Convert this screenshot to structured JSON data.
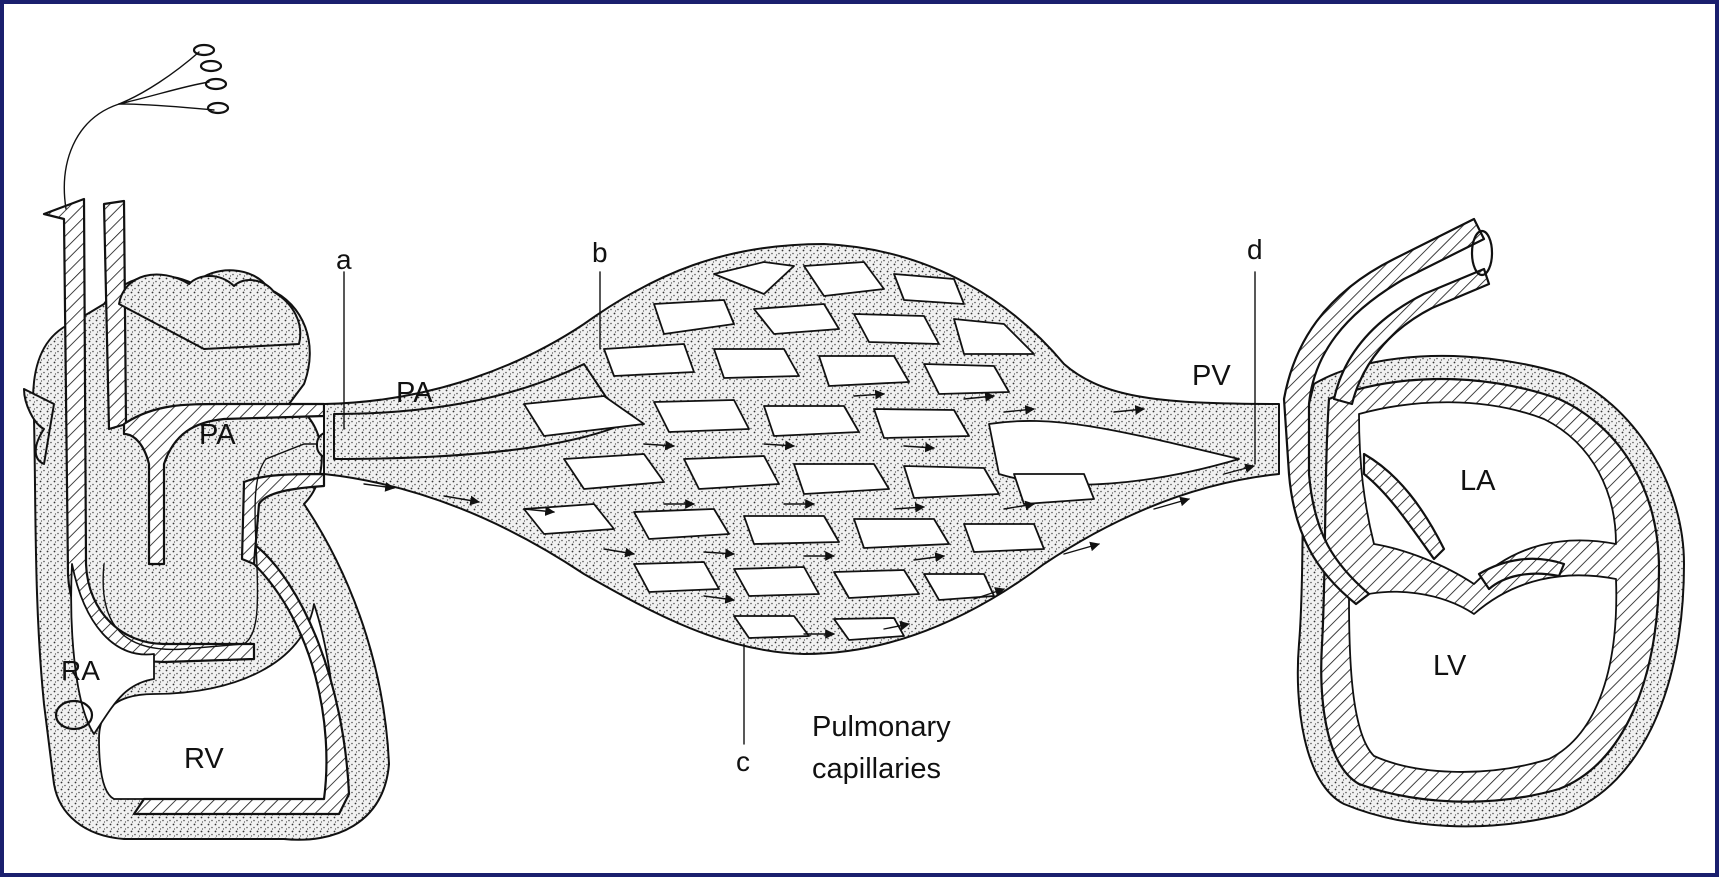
{
  "labels": {
    "a": "a",
    "b": "b",
    "c": "c",
    "d": "d",
    "pa_vessel": "PA",
    "pa_heart": "PA",
    "pv": "PV",
    "ra": "RA",
    "rv": "RV",
    "la": "LA",
    "lv": "LV",
    "capillaries_line1": "Pulmonary",
    "capillaries_line2": "capillaries"
  },
  "colors": {
    "border": "#1a1f6e",
    "background": "#ffffff",
    "ink": "#111111"
  }
}
